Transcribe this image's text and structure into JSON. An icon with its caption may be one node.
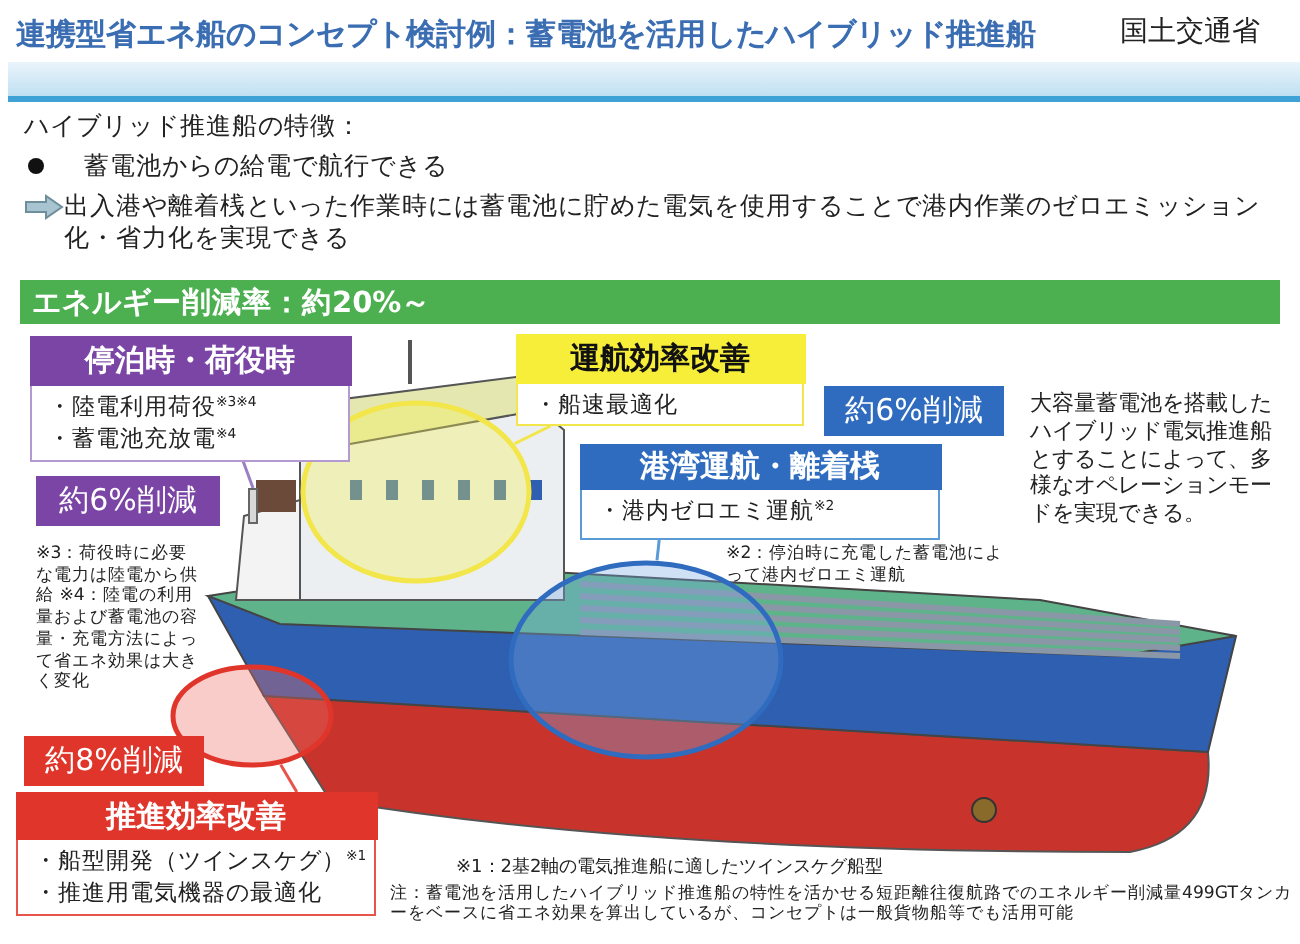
{
  "diagram": {
    "title": "連携型省エネ船のコンセプト検討例：蓄電池を活用したハイブリッド推進船",
    "nodes": [
      {
        "text": [
          "エネルギー削減率：約20%～"
        ]
      },
      {
        "text": [
          "停泊時・荷役時",
          "・陸電利用荷役$^{※3※4}$",
          "・蓄電池充放電$^{※4}$"
        ]
      },
      {
        "text": [
          "約6%削減"
        ]
      },
      {
        "text": [
          "運航効率改善",
          "・船速最適化"
        ]
      },
      {
        "text": [],
        "shape": "circle"
      },
      {
        "text": [
          "約6%削減"
        ]
      },
      {
        "text": [
          "港湾運航・離着桟",
          "・港内ゼロエミ運航$^{※2}$"
        ]
      },
      {
        "text": [],
        "shape": "circle"
      },
      {
        "text": [
          "約8%削減"
        ]
      },
      {
        "text": [],
        "shape": "circle"
      },
      {
        "text": [
          "推進効率改善",
          "・船型開発（ツインスケグ）$^{※1}$",
          "・推進用電気機器の最適化"
        ]
      },
      {
        "text": [],
        "shape": "bar"
      }
    ],
    "edges": [
      {
        "from": 1,
        "to": 11,
        "arrow": "none",
        "color": "#9b7fc4"
      },
      {
        "from": 3,
        "to": 4,
        "arrow": "none",
        "color": "#f2e64a"
      },
      {
        "from": 6,
        "to": 7,
        "arrow": "none",
        "color": "#5b9bd5"
      },
      {
        "from": 10,
        "to": 9,
        "arrow": "none",
        "color": "#e8544a"
      }
    ],
    "labels": [
      "国土交通省",
      "ハイブリッド推進船の特徴：",
      "蓄電池からの給電で航行できる",
      "出入港や離着桟といった作業時には蓄電池に貯めた電気を使用することで港内作業のゼロエミッション化・省力化を実現できる",
      "大容量蓄電池を搭載したハイブリッド電気推進船とすることによって、多様なオペレーションモードを実現できる。",
      "※3：荷役時に必要な電力は陸電から供給 ※4：陸電の利用量および蓄電池の容量・充電方法によって省エネ効果は大きく変化",
      "※2：停泊時に充電した蓄電池によって港内ゼロエミ運航",
      "※1：2基2軸の電気推進船に適したツインスケグ船型",
      "注：蓄電池を活用したハイブリッド推進船の特性を活かせる短距離往復航路でのエネルギー削減量499GTタンカーをベースに省エネ効果を算出しているが、コンセプトは一般貨物船等でも活用可能"
    ]
  }
}
